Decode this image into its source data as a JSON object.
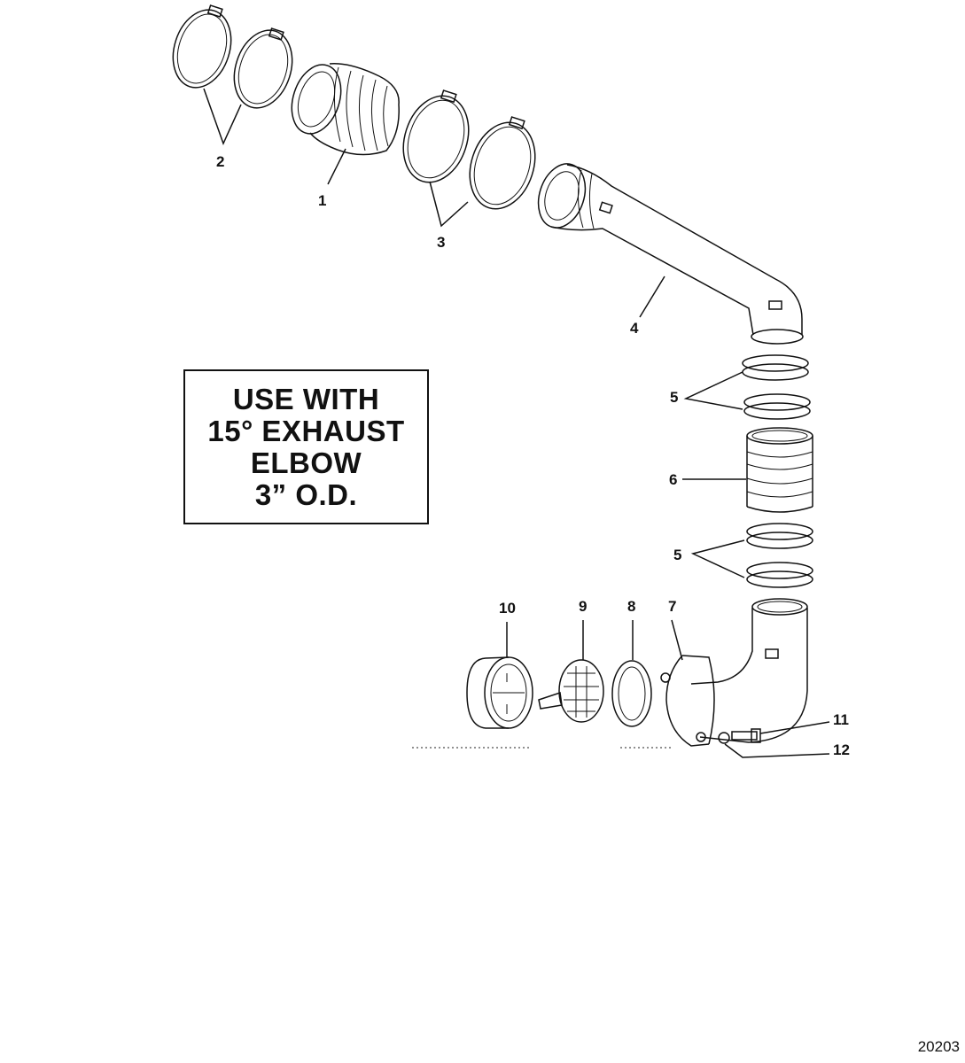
{
  "note": {
    "lines": [
      "USE WITH",
      "15° EXHAUST",
      "ELBOW",
      "3” O.D."
    ]
  },
  "callouts": {
    "c1": "1",
    "c2": "2",
    "c3": "3",
    "c4": "4",
    "c5a": "5",
    "c5b": "5",
    "c6": "6",
    "c7": "7",
    "c8": "8",
    "c9": "9",
    "c10": "10",
    "c11": "11",
    "c12": "12"
  },
  "drawing_number": "20203"
}
